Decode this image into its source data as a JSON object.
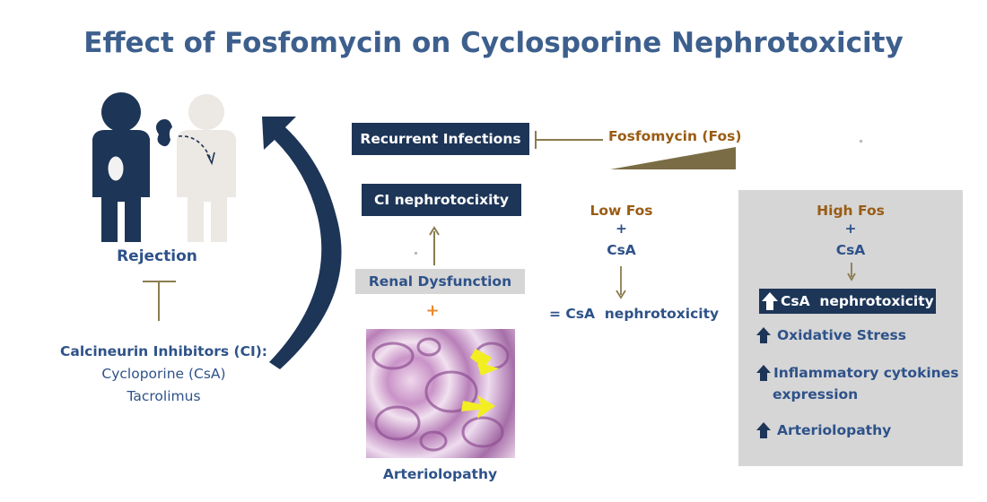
{
  "title": "Effect of Fosfomycin on Cyclosporine Nephrotoxicity",
  "left": {
    "rejection": "Rejection",
    "ci_title": "Calcineurin Inhibitors (CI):",
    "ci_items": [
      "Cycloporine (CsA)",
      "Tacrolimus"
    ]
  },
  "center": {
    "recurrent_infections": "Recurrent Infections",
    "fosfomycin": "Fosfomycin (Fos)",
    "ci_nephrotoxicity": "CI nephrotocixity",
    "renal_dysfunction": "Renal Dysfunction",
    "plus": "+",
    "arteriolopathy_caption": "Arteriolopathy"
  },
  "low": {
    "label": "Low Fos",
    "plus": "+",
    "drug": "CsA",
    "result": "= CsA  nephrotoxicity"
  },
  "high": {
    "label": "High Fos",
    "plus": "+",
    "drug": "CsA",
    "effects": [
      "CsA  nephrotoxicity",
      "Oxidative Stress",
      "Inflammatory cytokines",
      "expression",
      "Arteriolopathy"
    ]
  },
  "colors": {
    "navy": "#1d3557",
    "title_blue": "#3d5f8d",
    "brown": "#9a5c14",
    "olive": "#8a7c4f",
    "orange": "#e8892b",
    "gray_panel": "#d6d6d6"
  }
}
